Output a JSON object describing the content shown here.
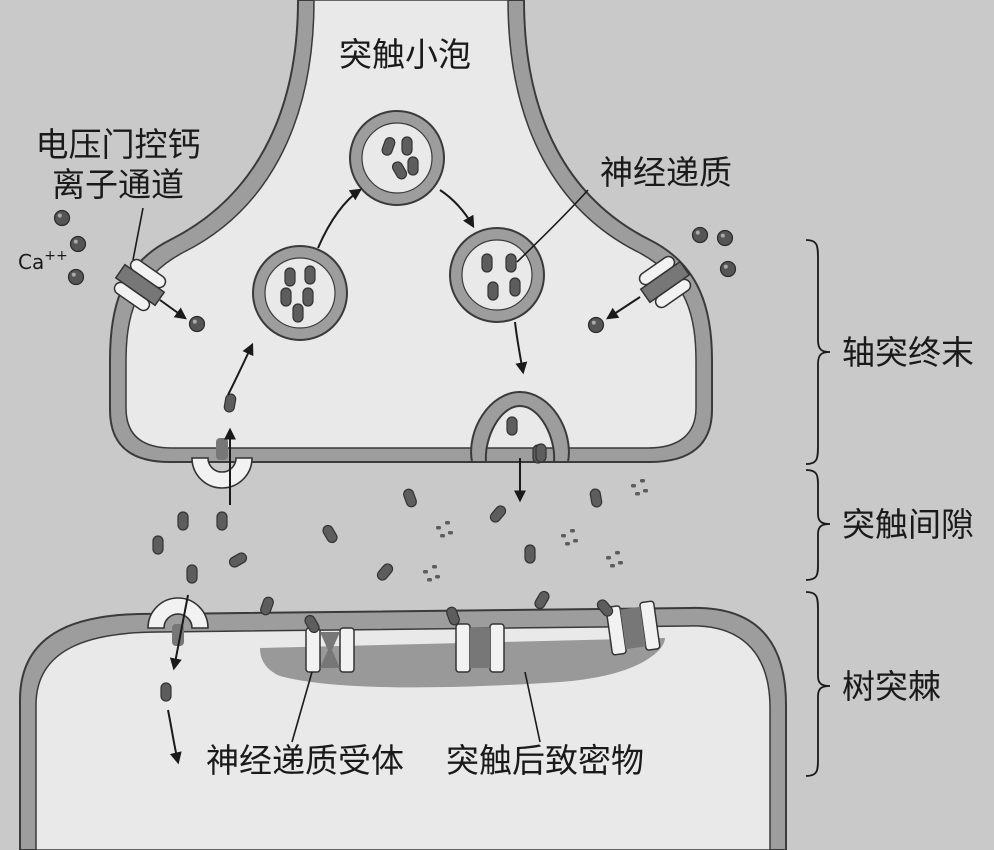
{
  "labels": {
    "vesicle": "突触小泡",
    "channel_line1": "电压门控钙",
    "channel_line2": "离子通道",
    "calcium": "Ca",
    "calcium_charge": "++",
    "neurotransmitter": "神经递质",
    "axon_terminal": "轴突终末",
    "synaptic_cleft": "突触间隙",
    "dendritic_spine": "树突棘",
    "receptor": "神经递质受体",
    "postsynaptic_density": "突触后致密物"
  },
  "colors": {
    "background": "#c9c9c9",
    "membrane": "#9d9d9d",
    "membrane_outline": "#3a3a3a",
    "cytoplasm": "#e9e9e9",
    "molecule": "#5d5d5d",
    "postsynaptic_density": "#8b8b8b"
  }
}
